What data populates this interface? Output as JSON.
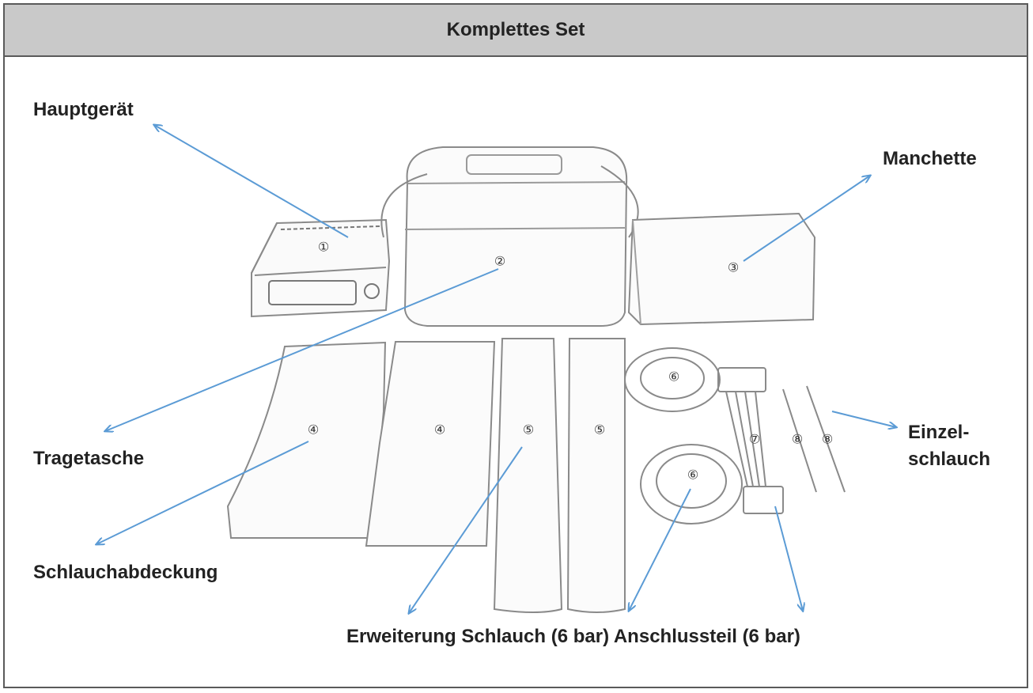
{
  "header": {
    "title": "Komplettes Set"
  },
  "labels": {
    "hauptgeraet": "Hauptgerät",
    "manchette": "Manchette",
    "tragetasche": "Tragetasche",
    "schlauchabdeckung": "Schlauchabdeckung",
    "einzelschlauch_1": "Einzel-",
    "einzelschlauch_2": "schlauch",
    "bottom": "Erweiterung Schlauch (6 bar) Anschlussteil (6 bar)"
  },
  "markers": {
    "m1": "①",
    "m2": "②",
    "m3": "③",
    "m4a": "④",
    "m4b": "④",
    "m5a": "⑤",
    "m5b": "⑤",
    "m6a": "⑥",
    "m6b": "⑥",
    "m7": "⑦",
    "m8a": "⑧",
    "m8b": "⑧"
  },
  "colors": {
    "arrow": "#5b9bd5",
    "header_bg": "#c9c9c9",
    "border": "#5a5a5a",
    "sketch": "#8a8a8a"
  }
}
